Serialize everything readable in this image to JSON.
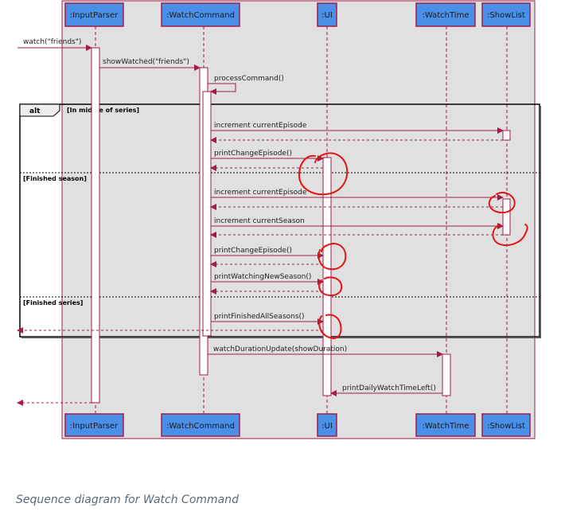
{
  "participants": [
    ":InputParser",
    ":WatchCommand",
    ":UI",
    ":WatchTime",
    ":ShowList"
  ],
  "messages": {
    "watch": "watch(\"friends\")",
    "show_watched": "showWatched(\"friends\")",
    "process_command": "processCommand()",
    "increment_episode_1": "increment currentEpisode",
    "print_change_episode_1": "printChangeEpisode()",
    "increment_episode_2": "increment currentEpisode",
    "increment_season": "increment currentSeason",
    "print_change_episode_2": "printChangeEpisode()",
    "print_watching_new_season": "printWatchingNewSeason()",
    "print_finished_all_seasons": "printFinishedAllSeasons()",
    "watch_duration_update": "watchDurationUpdate(showDuration)",
    "print_daily_watch_time_left": "printDailyWatchTimeLeft()"
  },
  "fragment": {
    "operator": "alt",
    "guards": [
      "[In middle of series]",
      "[Finished season]",
      "[Finished series]"
    ]
  },
  "caption": "Sequence diagram for Watch Command",
  "colors": {
    "participant_fill": "#4a90e8",
    "participant_border": "#a01c4a",
    "arrow": "#a31c44",
    "frame_bg": "#e0e0e0",
    "annotation": "#e31414"
  }
}
